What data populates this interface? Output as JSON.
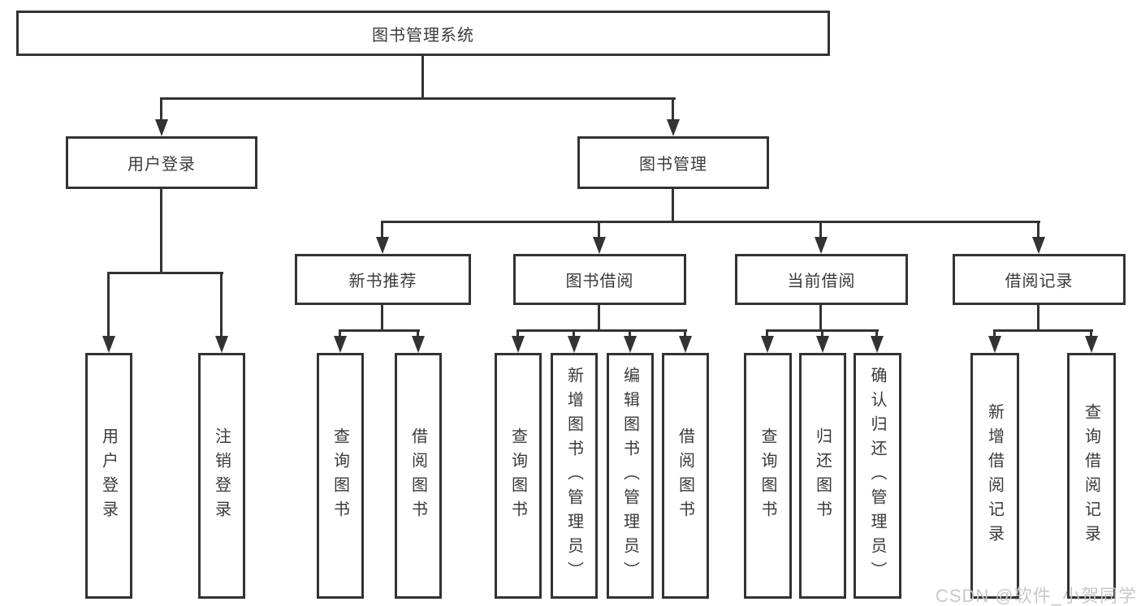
{
  "diagram": {
    "root": {
      "label": "图书管理系统"
    },
    "branches": [
      {
        "label": "用户登录",
        "children": [
          {
            "label": "用户登录"
          },
          {
            "label": "注销登录"
          }
        ]
      },
      {
        "label": "图书管理",
        "children": [
          {
            "label": "新书推荐",
            "children": [
              {
                "label": "查询图书"
              },
              {
                "label": "借阅图书"
              }
            ]
          },
          {
            "label": "图书借阅",
            "children": [
              {
                "label": "查询图书"
              },
              {
                "label": "新增图书（管理员）"
              },
              {
                "label": "编辑图书（管理员）"
              },
              {
                "label": "借阅图书"
              }
            ]
          },
          {
            "label": "当前借阅",
            "children": [
              {
                "label": "查询图书"
              },
              {
                "label": "归还图书"
              },
              {
                "label": "确认归还（管理员）"
              }
            ]
          },
          {
            "label": "借阅记录",
            "children": [
              {
                "label": "新增借阅记录"
              },
              {
                "label": "查询借阅记录"
              }
            ]
          }
        ]
      }
    ]
  },
  "watermark": {
    "text": "CSDN @软件_小贺同学",
    "color": "#c6c6c6"
  },
  "colors": {
    "line": "#333333",
    "box_border": "#333333",
    "text": "#3a3a3a",
    "background": "#ffffff"
  }
}
